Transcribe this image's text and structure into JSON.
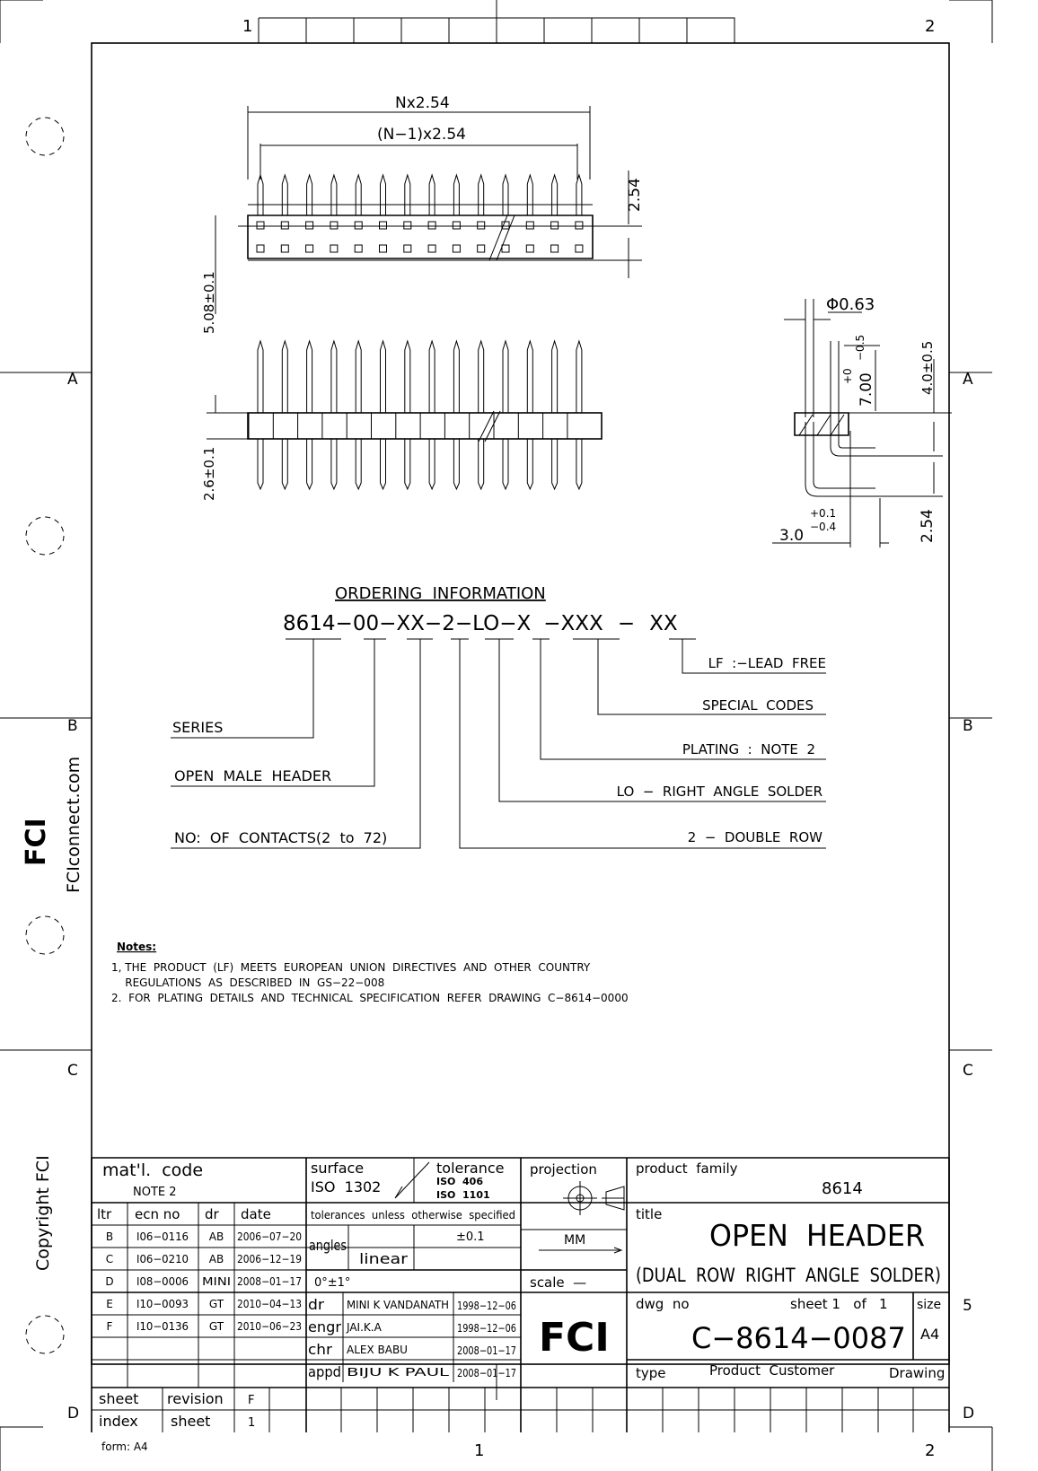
{
  "frame": {
    "zones_top": [
      "1",
      "2"
    ],
    "zones_bottom": [
      "1",
      "2"
    ],
    "rows_left": [
      "A",
      "B",
      "C",
      "D"
    ],
    "rows_right": [
      "A",
      "B",
      "C",
      "D"
    ],
    "right_extra": "5",
    "side_url": "FCIconnect.com",
    "side_copyright": "Copyright FCI",
    "form": "form: A4",
    "logo_text": "FCI"
  },
  "dims": {
    "n_pitch": "Nx2.54",
    "n1_pitch": "(N−1)x2.54",
    "row_pitch": "2.54",
    "body_height": "5.08±0.1",
    "lower_pin": "2.6±0.1",
    "pin_dia": "Φ0.63",
    "upper_pin": "7.00",
    "upper_pin_tol_plus": "+0",
    "upper_pin_tol_minus": "−0.5",
    "height": "4.0±0.5",
    "offset": "3.0",
    "offset_tol_plus": "+0.1",
    "offset_tol_minus": "−0.4",
    "tail_pitch": "2.54"
  },
  "ordering": {
    "title": "ORDERING  INFORMATION",
    "code": [
      "8614",
      "−",
      "00",
      "−",
      "XX",
      "−",
      "2",
      "−",
      "LO",
      "−",
      "X",
      "−",
      "XXX",
      "−",
      "XX"
    ],
    "labels_left": [
      "SERIES",
      "OPEN  MALE  HEADER",
      "NO:  OF  CONTACTS(2  to  72)"
    ],
    "labels_right": [
      "LF  :−LEAD  FREE",
      "SPECIAL  CODES",
      "PLATING  :  NOTE  2",
      "LO  −  RIGHT  ANGLE  SOLDER",
      "2  −  DOUBLE  ROW"
    ]
  },
  "notes": {
    "heading": "Notes:",
    "lines": [
      "1, THE  PRODUCT  (LF)  MEETS  EUROPEAN  UNION  DIRECTIVES  AND  OTHER  COUNTRY",
      "    REGULATIONS  AS  DESCRIBED  IN  GS−22−008",
      "2.  FOR  PLATING  DETAILS  AND  TECHNICAL  SPECIFICATION  REFER  DRAWING  C−8614−0000"
    ]
  },
  "titleblock": {
    "matl_label": "mat'l.  code",
    "matl_value": "NOTE 2",
    "surface_label": "surface",
    "surface_value": "ISO  1302",
    "tolerance_label": "tolerance",
    "tolerance_iso1": "ISO  406",
    "tolerance_iso2": "ISO  1101",
    "tolerances_unless": "tolerances  unless  otherwise  specified",
    "angles": "angles",
    "linear": "linear",
    "angle_tol": "0°±1°",
    "linear_tol": "±0.1",
    "projection": "projection",
    "units": "MM",
    "scale": "scale  —",
    "rev_headers": [
      "ltr",
      "ecn  no",
      "dr",
      "date"
    ],
    "revisions": [
      [
        "B",
        "I06−0116",
        "AB",
        "2006−07−20"
      ],
      [
        "C",
        "I06−0210",
        "AB",
        "2006−12−19"
      ],
      [
        "D",
        "I08−0006",
        "MINI",
        "2008−01−17"
      ],
      [
        "E",
        "I10−0093",
        "GT",
        "2010−04−13"
      ],
      [
        "F",
        "I10−0136",
        "GT",
        "2010−06−23"
      ]
    ],
    "signoffs": [
      [
        "dr",
        "MINI K  VANDANATH",
        "1998−12−06"
      ],
      [
        "engr",
        "JAI.K.A",
        "1998−12−06"
      ],
      [
        "chr",
        "ALEX  BABU",
        "2008−01−17"
      ],
      [
        "appd",
        "BIJU  K  PAUL",
        "2008−01−17"
      ]
    ],
    "product_family_label": "product  family",
    "product_family": "8614",
    "title_label": "title",
    "title": "OPEN  HEADER",
    "subtitle": "(DUAL  ROW  RIGHT  ANGLE  SOLDER)",
    "dwg_label": "dwg  no",
    "sheet_of": "sheet 1   of   1",
    "dwg_no": "C−8614−0087",
    "size_label": "size",
    "size": "A4",
    "type_label": "type",
    "type_value": "Product  Customer",
    "type_drawing": "Drawing",
    "sheet_label": "sheet",
    "index_label": "index",
    "revision_label": "revision",
    "revision_value": "F",
    "sheet2_label": "sheet",
    "sheet_value": "1"
  }
}
